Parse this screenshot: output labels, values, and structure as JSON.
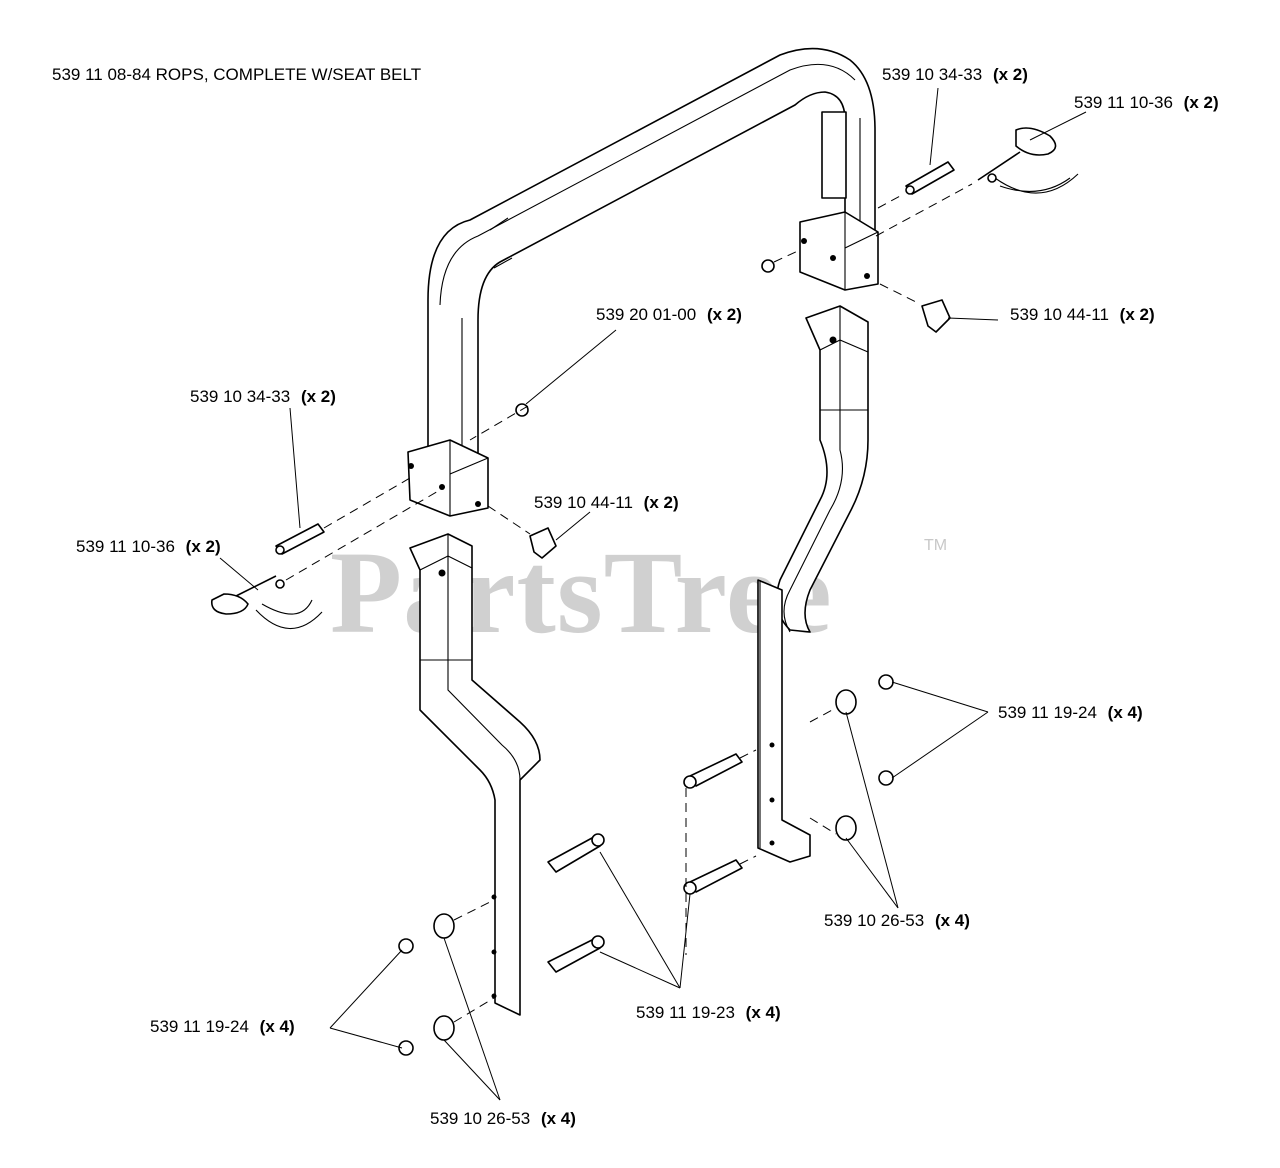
{
  "title": "539 11 08-84 ROPS, COMPLETE W/SEAT BELT",
  "watermark": "PartsTree",
  "trademark": "TM",
  "callouts": [
    {
      "part": "539 10 34-33",
      "qty": "(x 2)"
    },
    {
      "part": "539 11 10-36",
      "qty": "(x 2)"
    },
    {
      "part": "539 20 01-00",
      "qty": "(x 2)"
    },
    {
      "part": "539 10 44-11",
      "qty": "(x 2)"
    },
    {
      "part": "539 10 34-33",
      "qty": "(x 2)"
    },
    {
      "part": "539 10 44-11",
      "qty": "(x 2)"
    },
    {
      "part": "539 11 10-36",
      "qty": "(x 2)"
    },
    {
      "part": "539 11 19-24",
      "qty": "(x 4)"
    },
    {
      "part": "539 10 26-53",
      "qty": "(x 4)"
    },
    {
      "part": "539 11 19-23",
      "qty": "(x 4)"
    },
    {
      "part": "539 11 19-24",
      "qty": "(x 4)"
    },
    {
      "part": "539 10 26-53",
      "qty": "(x 4)"
    }
  ]
}
